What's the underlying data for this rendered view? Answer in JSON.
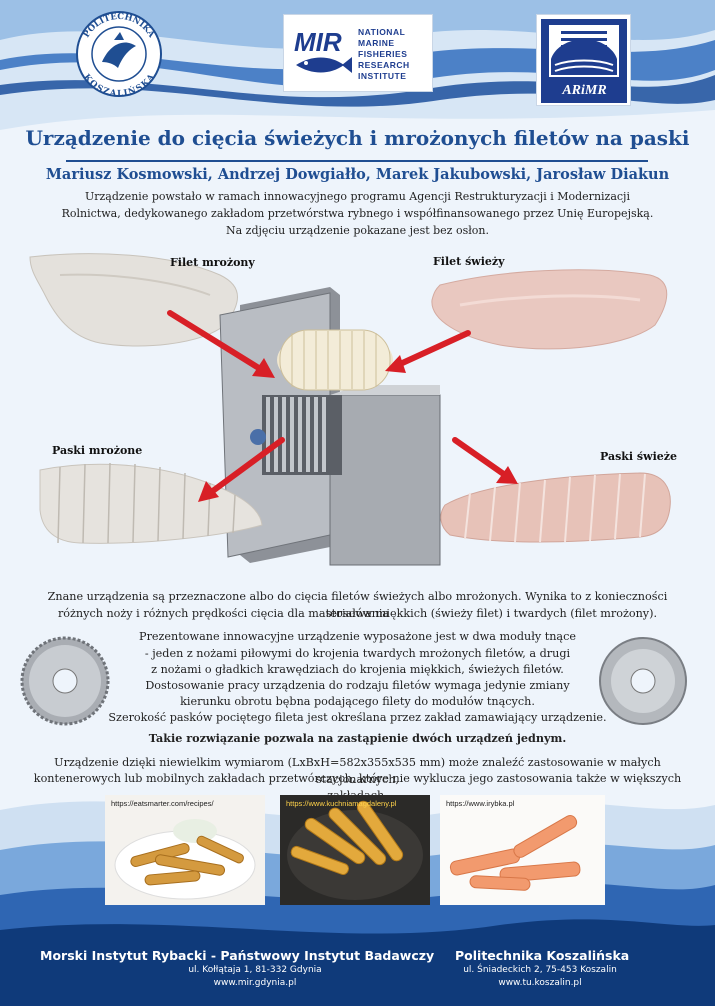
{
  "header": {
    "pk_logo_text": [
      "POLITECHNIKA",
      "KOSZALIŃSKA"
    ],
    "mir_logo": {
      "abbr": "MIR",
      "lines": [
        "NATIONAL",
        "MARINE",
        "FISHERIES",
        "RESEARCH",
        "INSTITUTE"
      ]
    },
    "arimr_logo_text": "ARiMR"
  },
  "title": "Urządzenie do cięcia świeżych i mrożonych filetów na paski",
  "authors": "Mariusz Kosmowski, Andrzej Dowgiałło, Marek Jakubowski, Jarosław Diakun",
  "intro": [
    "Urządzenie powstało w ramach innowacyjnego programu Agencji Restrukturyzacji i Modernizacji",
    "Rolnictwa, dedykowanego zakładom przetwórstwa rybnego i współfinansowanego przez Unię Europejską.",
    "Na zdjęciu urządzenie pokazane jest bez osłon."
  ],
  "figure_labels": {
    "frozen_fillet": "Filet mrożony",
    "fresh_fillet": "Filet świeży",
    "frozen_strips": "Paski mrożone",
    "fresh_strips": "Paski świeże"
  },
  "body": {
    "p1": [
      "Znane urządzenia są przeznaczone albo do cięcia filetów świeżych albo mrożonych. Wynika to z konieczności stosowania",
      "różnych noży i różnych prędkości cięcia dla materiałów miękkich (świeży filet) i twardych (filet mrożony)."
    ],
    "p2": [
      "Prezentowane innowacyjne urządzenie wyposażone jest w dwa moduły tnące",
      "- jeden z nożami piłowymi do krojenia twardych mrożonych filetów, a drugi",
      "z nożami o gładkich krawędziach do krojenia miękkich, świeżych filetów.",
      "Dostosowanie pracy urządzenia do rodzaju filetów wymaga jedynie zmiany",
      "kierunku obrotu bębna podającego filety do modułów tnących.",
      "Szerokość pasków pociętego fileta jest określana przez zakład zamawiający urządzenie."
    ],
    "bold": "Takie rozwiązanie pozwala na zastąpienie dwóch urządzeń jednym.",
    "p3": [
      "Urządzenie dzięki niewielkim wymiarom (LxBxH=582x355x535 mm) może znaleźć zastosowanie w małych stacjonarnych,",
      "kontenerowych lub mobilnych zakładach przetwórczych, które nie wyklucza jego zastosowania także w większych zakładach."
    ]
  },
  "photos": [
    {
      "url": "https://eatsmarter.com/recipes/"
    },
    {
      "url": "https://www.kuchniamagdaleny.pl"
    },
    {
      "url": "https://www.irybka.pl"
    }
  ],
  "footer": {
    "left": {
      "name": "Morski Instytut Rybacki - Państwowy Instytut Badawczy",
      "address": "ul. Kołłątaja 1, 81-332 Gdynia",
      "web": "www.mir.gdynia.pl"
    },
    "right": {
      "name": "Politechnika Koszalińska",
      "address": "ul. Śniadeckich 2, 75-453 Koszalin",
      "web": "www.tu.koszalin.pl"
    }
  },
  "colors": {
    "title_blue": "#1f4e92",
    "arrow_red": "#d81f26",
    "footer_blue": "#0f3a7a"
  }
}
